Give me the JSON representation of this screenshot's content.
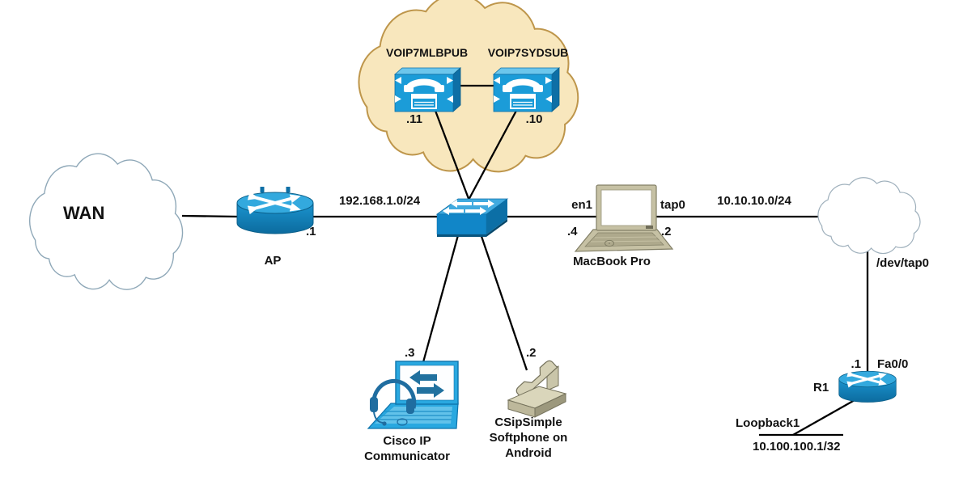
{
  "nodes": {
    "wan": {
      "label": "WAN"
    },
    "voip_pub": {
      "name": "VOIP7MLBPUB",
      "ip": ".11"
    },
    "voip_sub": {
      "name": "VOIP7SYDSUB",
      "ip": ".10"
    },
    "ap": {
      "name": "AP",
      "ip": ".1"
    },
    "macbook": {
      "name": "MacBook Pro",
      "left_if": "en1",
      "left_ip": ".4",
      "right_if": "tap0",
      "right_ip": ".2"
    },
    "tap_cloud": {
      "label": "/dev/tap0"
    },
    "r1": {
      "name": "R1",
      "if": "Fa0/0",
      "if_ip": ".1",
      "loopback_if": "Loopback1",
      "loopback_ip": "10.100.100.1/32"
    },
    "ipc": {
      "name": "Cisco IP\nCommunicator",
      "ip": ".3"
    },
    "csip": {
      "name": "CSipSimple\nSoftphone on\nAndroid",
      "ip": ".2"
    }
  },
  "links": {
    "lan_subnet": "192.168.1.0/24",
    "tap_subnet": "10.10.10.0/24"
  },
  "colors": {
    "cisco_blue": "#1B9CD8",
    "cisco_blue_dark": "#0E6FA6",
    "cisco_blue_light": "#6CC6EC",
    "voip_cloud_fill": "#F8E7BD",
    "voip_cloud_border": "#BE964B",
    "device_beige": "#C6C1A4",
    "link_line": "#000000"
  }
}
